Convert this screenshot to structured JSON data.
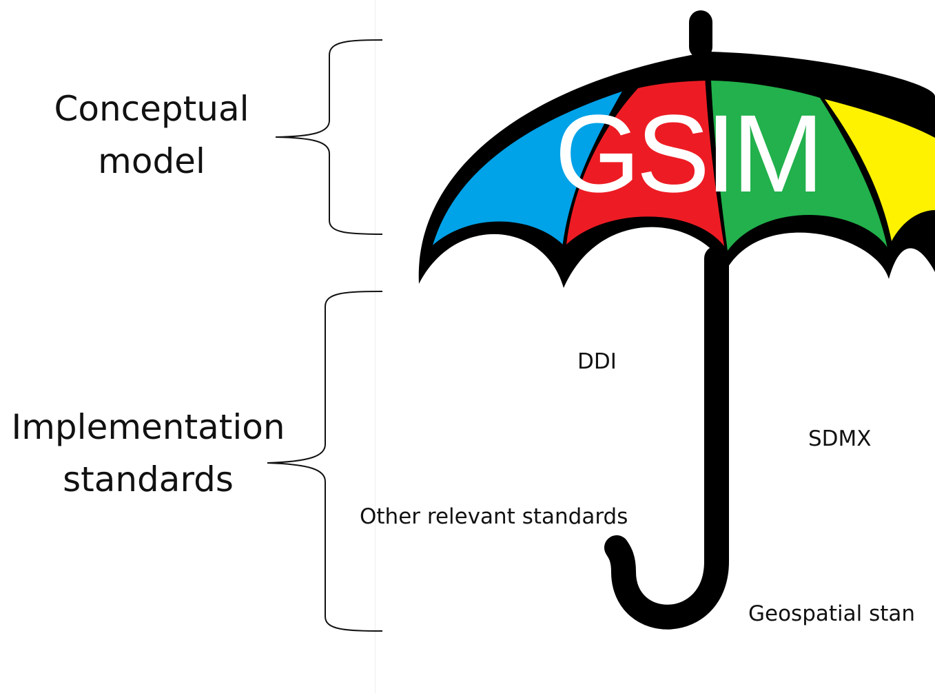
{
  "diagram": {
    "title": "GSIM",
    "layers": [
      {
        "lines": [
          "Conceptual",
          "model"
        ]
      },
      {
        "lines": [
          "Implementation",
          "standards"
        ]
      }
    ],
    "standards": {
      "ddi": "DDI",
      "sdmx": "SDMX",
      "other": "Other relevant standards",
      "geospatial": "Geospatial stan"
    },
    "colors": {
      "outline": "#000000",
      "panel_blue": "#00a2e8",
      "panel_red": "#ed1c24",
      "panel_green": "#22b14c",
      "panel_yellow": "#fff200",
      "title_text": "#ffffff"
    },
    "icons": [
      "umbrella-icon",
      "curly-brace"
    ]
  }
}
